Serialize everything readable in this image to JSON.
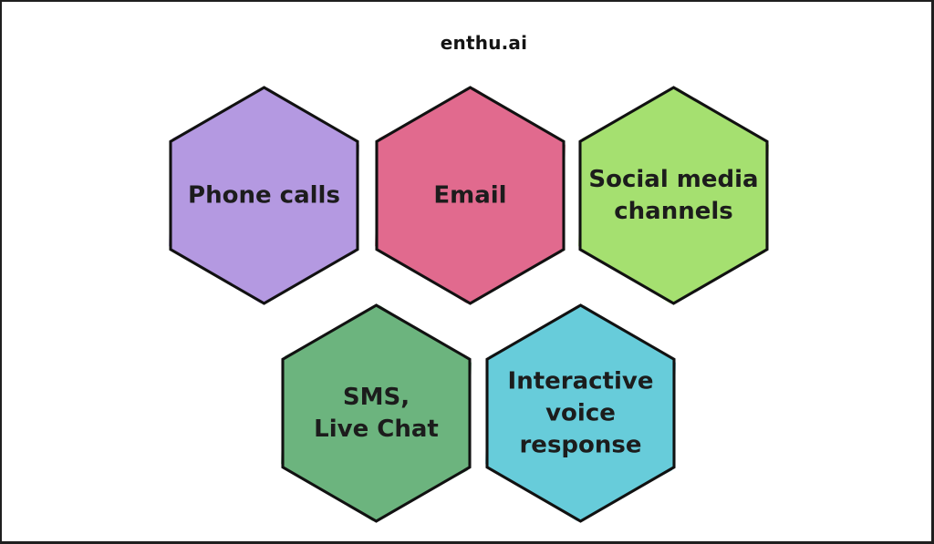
{
  "header": {
    "brand": "enthu.ai"
  },
  "hexagons": [
    {
      "id": "phone-calls",
      "label": "Phone calls",
      "fill": "#b499e1",
      "shadow": "#cbb9ee"
    },
    {
      "id": "email",
      "label": "Email",
      "fill": "#e16a8e",
      "shadow": "#eb9bb3"
    },
    {
      "id": "social-media-channels",
      "label": "Social media\nchannels",
      "fill": "#a5e070",
      "shadow": "#c3ec9b"
    },
    {
      "id": "sms-live-chat",
      "label": "SMS,\nLive Chat",
      "fill": "#6cb47e",
      "shadow": "#97d2a6"
    },
    {
      "id": "interactive-voice-response",
      "label": "Interactive\nvoice response",
      "fill": "#67ccda",
      "shadow": "#97dfe9"
    }
  ],
  "colors": {
    "outline": "#111111",
    "frame": "#1f1f1f",
    "text": "#1c1c1c",
    "background": "#ffffff"
  }
}
